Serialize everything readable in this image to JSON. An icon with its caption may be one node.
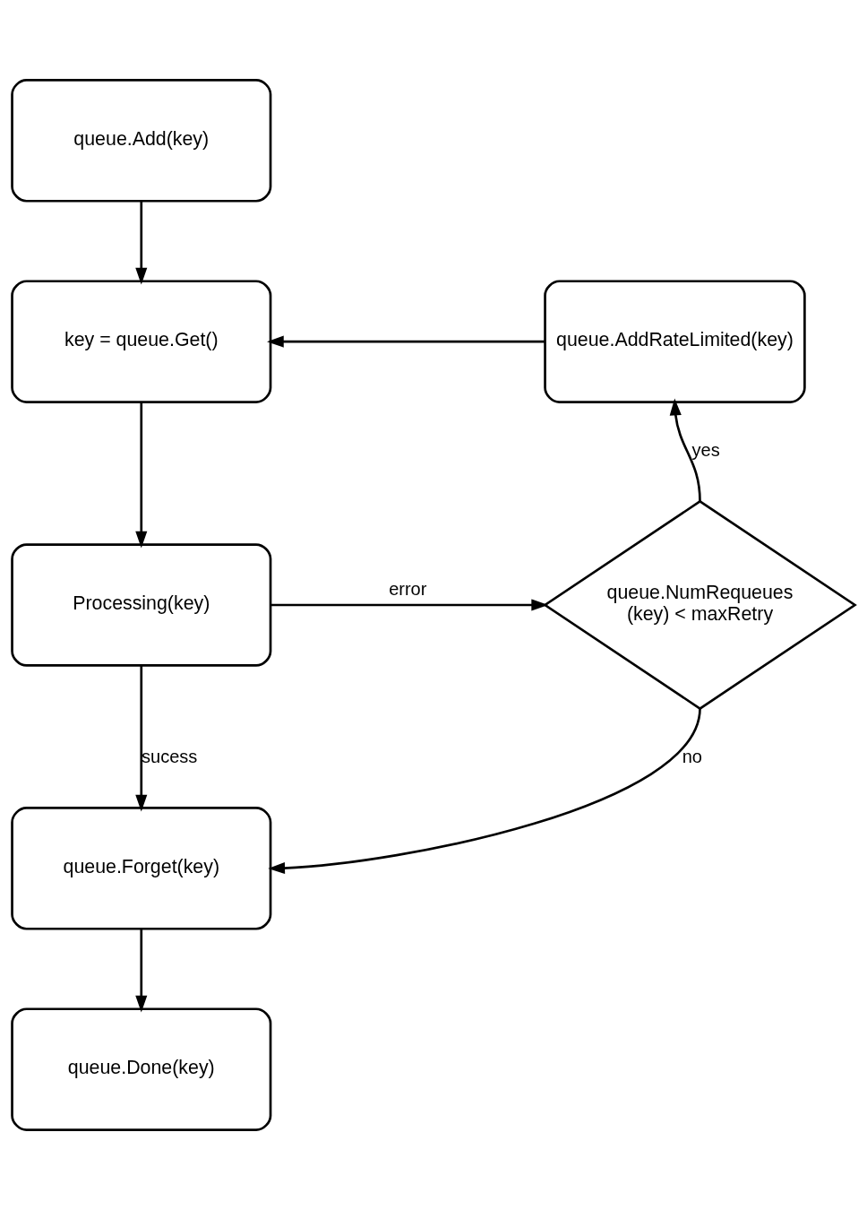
{
  "diagram": {
    "nodes": [
      {
        "text": [
          "queue.Add(key)"
        ]
      },
      {
        "text": [
          "key = queue.Get()"
        ]
      },
      {
        "text": [
          "queue.AddRateLimited(key)"
        ]
      },
      {
        "text": [
          "Processing(key)"
        ]
      },
      {
        "text": [
          "queue.NumRequeues (key) < maxRetry"
        ]
      },
      {
        "text": [
          "queue.Forget(key)"
        ]
      },
      {
        "text": [
          "queue.Done(key)"
        ]
      }
    ],
    "edges": [
      {
        "from": 0,
        "to": 1,
        "arrow": "to"
      },
      {
        "from": 2,
        "to": 1,
        "arrow": "to"
      },
      {
        "from": 1,
        "to": 3,
        "arrow": "to"
      },
      {
        "from": 3,
        "to": 4,
        "arrow": "to",
        "label": "error"
      },
      {
        "from": 4,
        "to": 2,
        "arrow": "to",
        "label": "yes"
      },
      {
        "from": 3,
        "to": 5,
        "arrow": "to",
        "label": "sucess"
      },
      {
        "from": 4,
        "to": 5,
        "arrow": "to",
        "label": "no"
      },
      {
        "from": 5,
        "to": 6,
        "arrow": "to"
      }
    ]
  }
}
